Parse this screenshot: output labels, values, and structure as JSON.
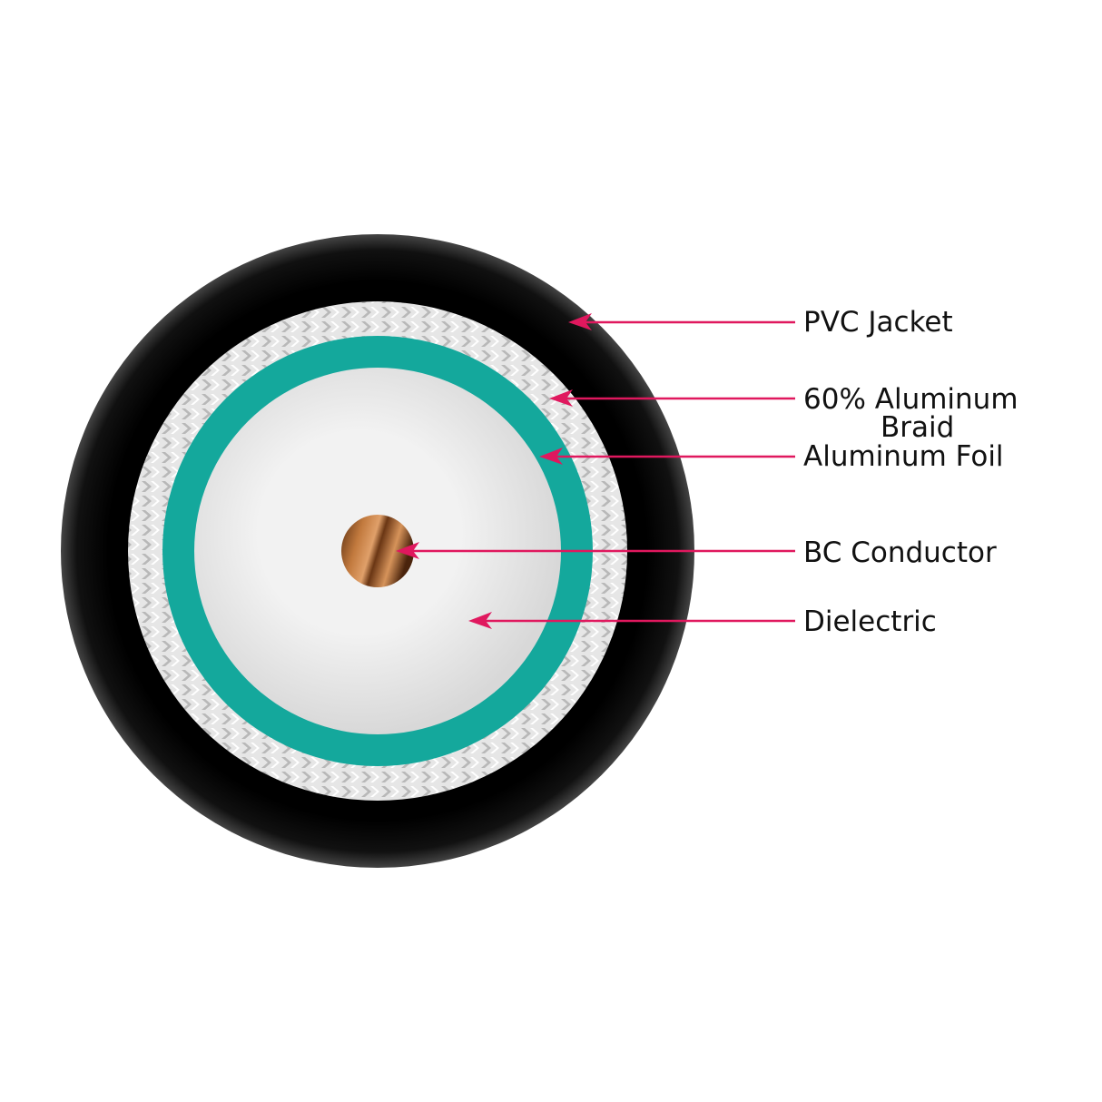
{
  "colors": {
    "jacket": "#000000",
    "braid": "#c8c8c8",
    "foil": "#14a89c",
    "dielectric": "#efefef",
    "conductor": "#b8703a",
    "arrow": "#e0185e"
  },
  "labels": [
    {
      "id": "pvc-jacket",
      "lines": [
        "PVC Jacket"
      ]
    },
    {
      "id": "aluminum-braid",
      "lines": [
        "60% Aluminum",
        "Braid"
      ]
    },
    {
      "id": "aluminum-foil",
      "lines": [
        "Aluminum Foil"
      ]
    },
    {
      "id": "bc-conductor",
      "lines": [
        "BC Conductor"
      ]
    },
    {
      "id": "dielectric",
      "lines": [
        "Dielectric"
      ]
    }
  ]
}
